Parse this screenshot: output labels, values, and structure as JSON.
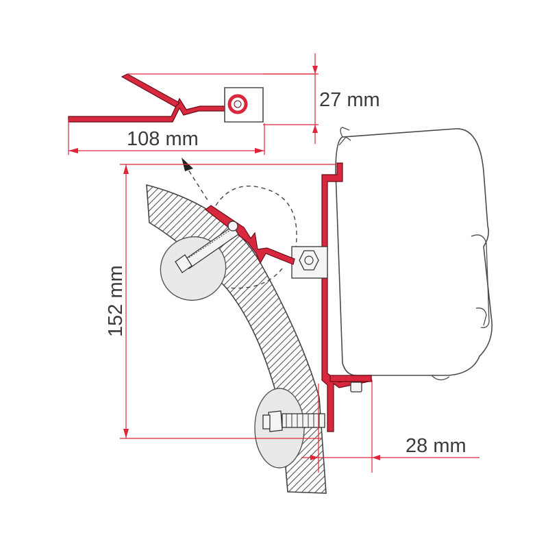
{
  "dimensions": {
    "height_offset": "27 mm",
    "width_bracket": "108 mm",
    "height_total": "152 mm",
    "wall_offset": "28 mm"
  },
  "colors": {
    "bracket_red": "#d8283d",
    "dimension_red": "#e0243a",
    "outline_grey": "#4a4a4a",
    "text": "#3a3a3a"
  },
  "icons": [
    "adapter-bracket-detail",
    "awning-profile-cassette",
    "vehicle-wall-section",
    "mounting-bolt",
    "rubber-pad",
    "nut",
    "rotation-arrow"
  ]
}
